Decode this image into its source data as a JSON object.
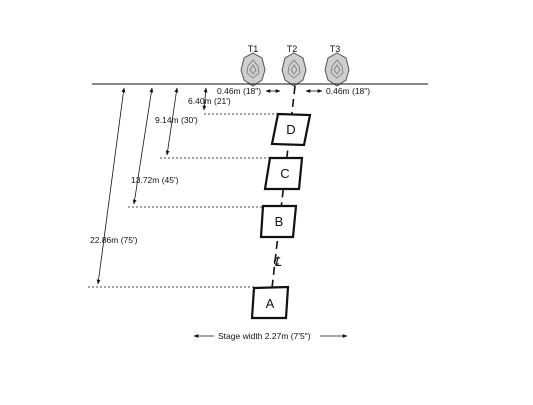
{
  "targets": [
    {
      "label": "T1"
    },
    {
      "label": "T2"
    },
    {
      "label": "T3"
    }
  ],
  "spacing": {
    "left": "0.46m (18\")",
    "right": "0.46m (18\")"
  },
  "distances": [
    {
      "label": "6.40m (21')"
    },
    {
      "label": "9.14m (30')"
    },
    {
      "label": "13.72m (45')"
    },
    {
      "label": "22.86m (75')"
    }
  ],
  "positions": [
    {
      "label": "D"
    },
    {
      "label": "C"
    },
    {
      "label": "B"
    },
    {
      "label": "A"
    }
  ],
  "centerline": {
    "label": "℄"
  },
  "stage_width": {
    "label": "Stage width 2.27m (7'5\")"
  },
  "colors": {
    "line": "#111111",
    "target_fill": "#cfcfcf"
  }
}
